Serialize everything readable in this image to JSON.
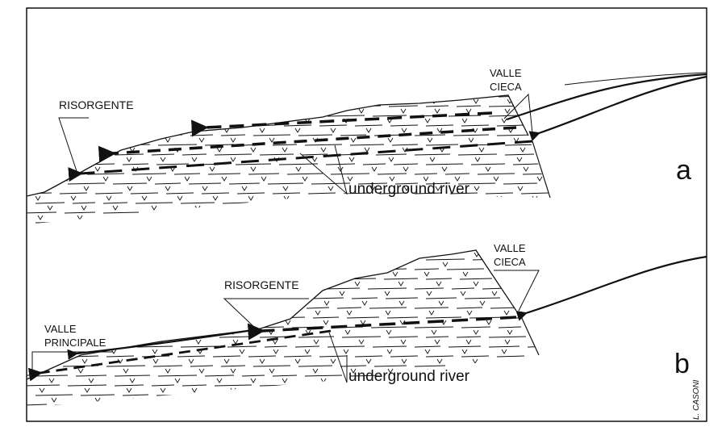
{
  "panel_a": {
    "letter": "a",
    "risorgente": "RISORGENTE",
    "valle_cieca_1": "VALLE",
    "valle_cieca_2": "CIECA",
    "underground_river": "underground river"
  },
  "panel_b": {
    "letter": "b",
    "risorgente": "RISORGENTE",
    "valle_cieca_1": "VALLE",
    "valle_cieca_2": "CIECA",
    "valle_principale_1": "VALLE",
    "valle_principale_2": "PRINCIPALE",
    "underground_river": "underground river"
  },
  "signature": "L. CASONI",
  "colors": {
    "ink": "#111111",
    "paper": "#ffffff"
  }
}
